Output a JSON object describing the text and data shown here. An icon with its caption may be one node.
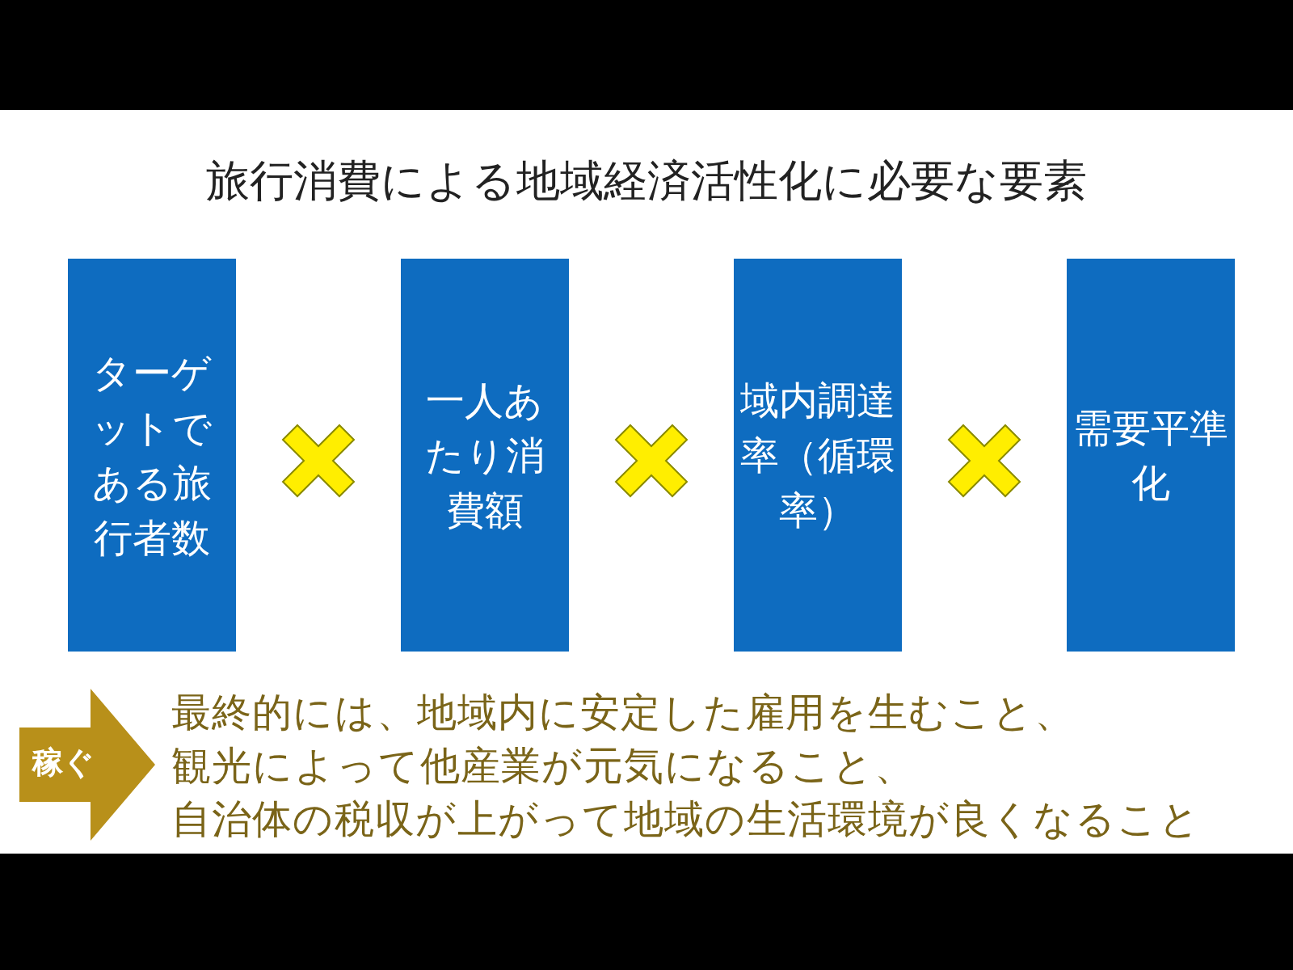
{
  "diagram": {
    "title": "旅行消費による地域経済活性化に必要な要素",
    "nodes": [
      {
        "text": [
          "ターゲットである旅行者数"
        ]
      },
      {
        "text": [
          "一人あたり消費額"
        ]
      },
      {
        "text": [
          "域内調達率（循環率）"
        ]
      },
      {
        "text": [
          "需要平準化"
        ]
      },
      {
        "text": [
          "稼ぐ"
        ]
      }
    ],
    "edges": [],
    "labels": [
      "最終的には、地域内に安定した雇用を生むこと、",
      "観光によって他産業が元気になること、",
      "自治体の税収が上がって地域の生活環境が良くなること"
    ]
  }
}
